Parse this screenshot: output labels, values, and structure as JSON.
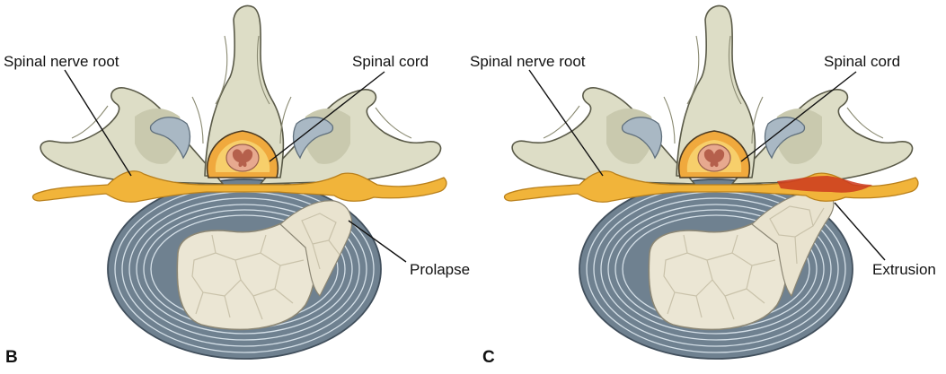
{
  "panels": [
    {
      "letter": "B",
      "labels": {
        "spinal_nerve_root": "Spinal nerve root",
        "spinal_cord": "Spinal cord",
        "pathology": "Prolapse"
      }
    },
    {
      "letter": "C",
      "labels": {
        "spinal_nerve_root": "Spinal nerve root",
        "spinal_cord": "Spinal cord",
        "pathology": "Extrusion"
      }
    }
  ],
  "colors": {
    "bone": "#ddddc6",
    "nerve": "#f1b43a",
    "disc_annulus": "#6f8190",
    "nucleus": "#ebe6d4",
    "cord": "#e7a98f",
    "compression": "#cc3a1e"
  }
}
